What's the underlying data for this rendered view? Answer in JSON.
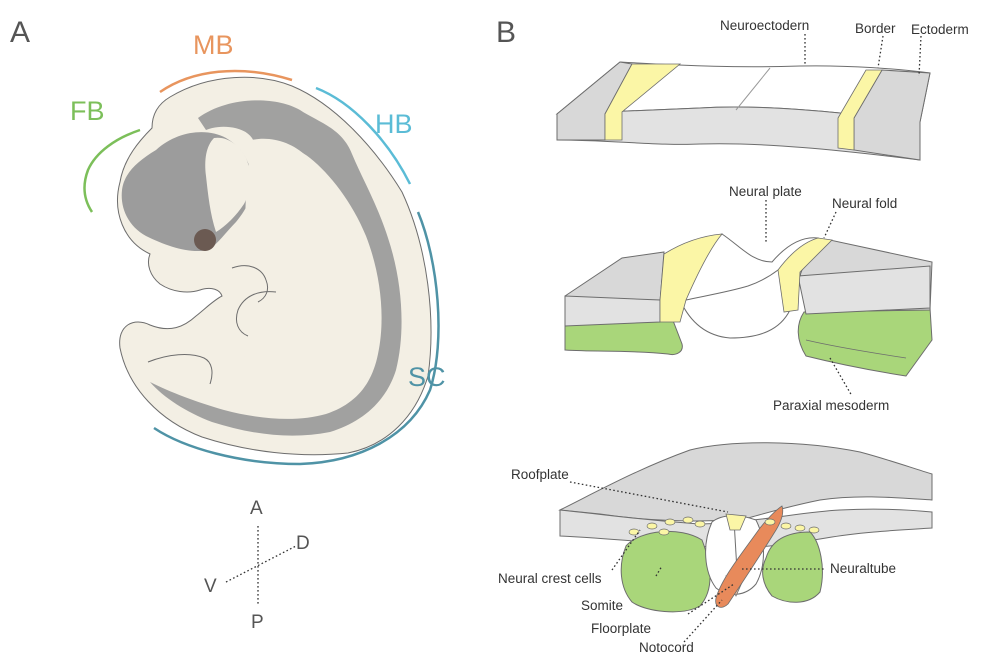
{
  "panels": {
    "a": "A",
    "b": "B"
  },
  "regions": {
    "fb": "FB",
    "mb": "MB",
    "hb": "HB",
    "sc": "SC"
  },
  "axes": {
    "anterior": "A",
    "posterior": "P",
    "dorsal": "D",
    "ventral": "V"
  },
  "labels": {
    "neuroectoderm": "Neuroectodern",
    "border": "Border",
    "ectoderm": "Ectoderm",
    "neural_plate": "Neural plate",
    "neural_fold": "Neural fold",
    "paraxial_mesoderm": "Paraxial mesoderm",
    "roofplate": "Roofplate",
    "neural_crest_cells": "Neural crest cells",
    "neuraltube": "Neuraltube",
    "somite": "Somite",
    "floorplate": "Floorplate",
    "notocord": "Notocord"
  },
  "colors": {
    "forebrain": "#7cbf5a",
    "midbrain": "#e8955e",
    "hindbrain": "#5bbcd6",
    "spinal_cord": "#4f93a6",
    "embryo_fill": "#f3efe4",
    "neural_tube": "#9c9c9c",
    "eye": "#6b5a52",
    "tissue_grey": "#d8d8d8",
    "border_yellow": "#fbf6a6",
    "mesoderm_green": "#a9d67a",
    "notochord_orange": "#e88a5b",
    "floorplate_peach": "#f4c3a4"
  }
}
